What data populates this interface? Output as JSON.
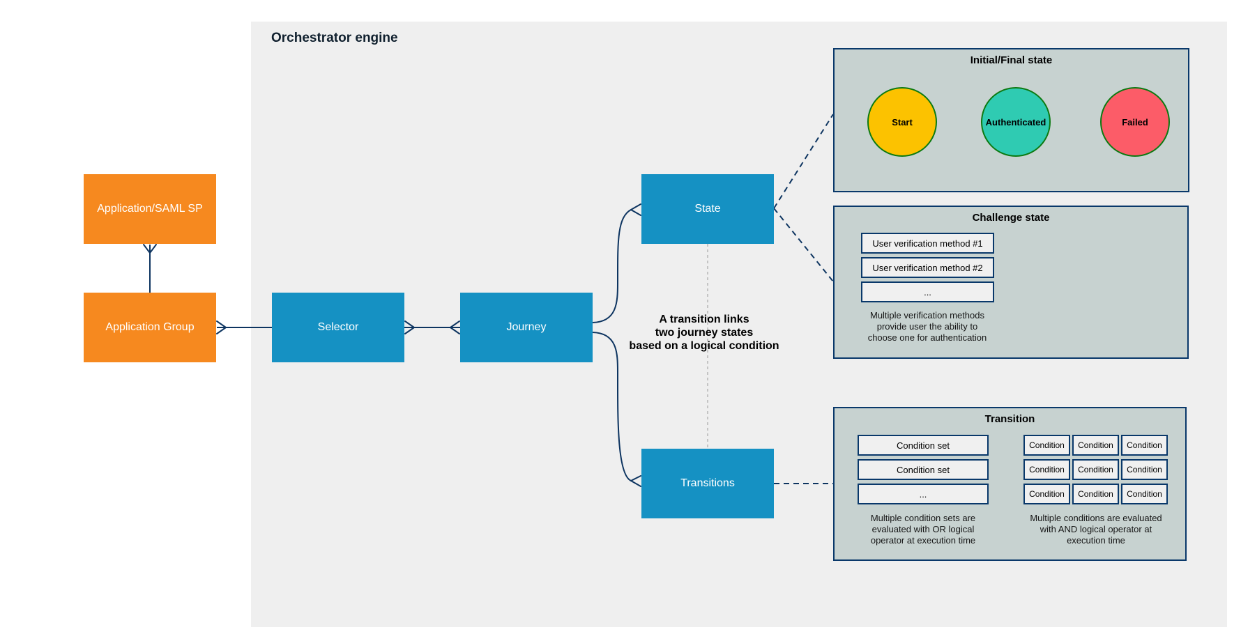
{
  "orchestrator": {
    "title": "Orchestrator engine"
  },
  "nodes": {
    "app_saml": "Application/SAML SP",
    "app_group": "Application Group",
    "selector": "Selector",
    "journey": "Journey",
    "state": "State",
    "transitions": "Transitions"
  },
  "note": {
    "text": "A transition links\ntwo journey states\nbased on a logical condition"
  },
  "panels": {
    "initial_final": {
      "title": "Initial/Final state",
      "states": [
        {
          "label": "Start",
          "color": "#fcc200"
        },
        {
          "label": "Authenticated",
          "color": "#2fcbb2"
        },
        {
          "label": "Failed",
          "color": "#fc5c68"
        }
      ]
    },
    "challenge": {
      "title": "Challenge state",
      "methods": [
        "User verification method #1",
        "User verification method #2",
        "..."
      ],
      "caption": "Multiple verification methods\nprovide user the ability to\nchoose one for authentication"
    },
    "transition": {
      "title": "Transition",
      "condition_sets": [
        "Condition set",
        "Condition set",
        "..."
      ],
      "condition_rows": [
        [
          "Condition",
          "Condition",
          "Condition"
        ],
        [
          "Condition",
          "Condition",
          "Condition"
        ],
        [
          "Condition",
          "Condition",
          "Condition"
        ]
      ],
      "caption_or": "Multiple condition sets are\nevaluated with OR logical\noperator at execution time",
      "caption_and": "Multiple conditions are evaluated\nwith AND logical operator at\nexecution time"
    }
  },
  "colors": {
    "navy_line": "#0d3460",
    "node_blue": "#1591c3",
    "node_orange": "#f6891f",
    "panel_bg": "#c7d2d0",
    "engine_bg": "#efefef",
    "slot_bg": "#f0f0f0",
    "circle_border_green": "#0d7a12",
    "gray_dash": "#b9b9b9"
  }
}
